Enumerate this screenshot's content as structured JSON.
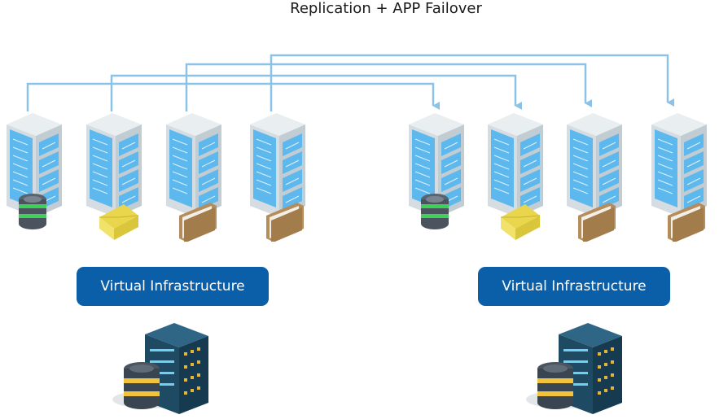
{
  "title": "Replication + APP Failover",
  "sites": [
    {
      "label": "Virtual Infrastructure"
    },
    {
      "label": "Virtual Infrastructure"
    }
  ],
  "servers": [
    {
      "icon": "database-icon"
    },
    {
      "icon": "envelope-icon"
    },
    {
      "icon": "folder-icon"
    },
    {
      "icon": "folder-icon"
    },
    {
      "icon": "database-icon"
    },
    {
      "icon": "envelope-icon"
    },
    {
      "icon": "folder-icon"
    },
    {
      "icon": "folder-icon"
    }
  ],
  "colors": {
    "connector": "#8cc2e6",
    "button": "#0b5ea8",
    "server_front": "#5db8ee",
    "rack_dark": "#1e4a63",
    "rack_mid": "#2f6685"
  }
}
